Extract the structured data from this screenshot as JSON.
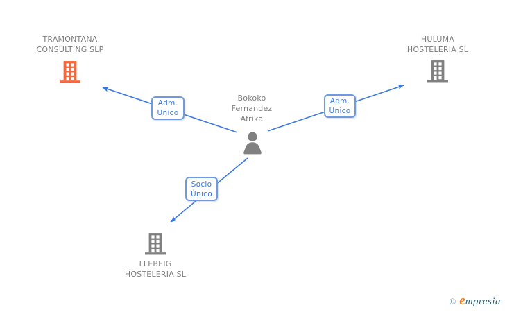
{
  "diagram_title": "company-relationships",
  "nodes": {
    "tramontana": {
      "line1": "TRAMONTANA",
      "line2": "CONSULTING SLP"
    },
    "huluma": {
      "line1": "HULUMA",
      "line2": "HOSTELERIA SL"
    },
    "llebeig": {
      "line1": "LLEBEIG",
      "line2": "HOSTELERIA SL"
    },
    "person": {
      "line1": "Bokoko",
      "line2": "Fernandez",
      "line3": "Afrika"
    }
  },
  "edge_labels": {
    "adm_left": {
      "line1": "Adm.",
      "line2": "Unico"
    },
    "adm_right": {
      "line1": "Adm.",
      "line2": "Unico"
    },
    "socio": {
      "line1": "Socio",
      "line2": "Único"
    }
  },
  "edges": [
    {
      "from": "person",
      "to": "tramontana",
      "label": "Adm. Unico"
    },
    {
      "from": "person",
      "to": "huluma",
      "label": "Adm. Unico"
    },
    {
      "from": "person",
      "to": "llebeig",
      "label": "Socio Único"
    }
  ],
  "footer": {
    "copyright_symbol": "©",
    "brand_first_letter": "e",
    "brand_rest": "mpresia"
  },
  "colors": {
    "edge_blue": "#3b78e0",
    "label_border_blue": "#6d9ae3",
    "label_text_blue": "#3b78e0",
    "node_gray": "#808080",
    "text_gray": "#7e7e7e",
    "highlight_orange": "#f4683c",
    "brand_orange": "#ee7c1e",
    "brand_teal": "#2d6273",
    "brand_copy_teal": "#6e95a3"
  }
}
